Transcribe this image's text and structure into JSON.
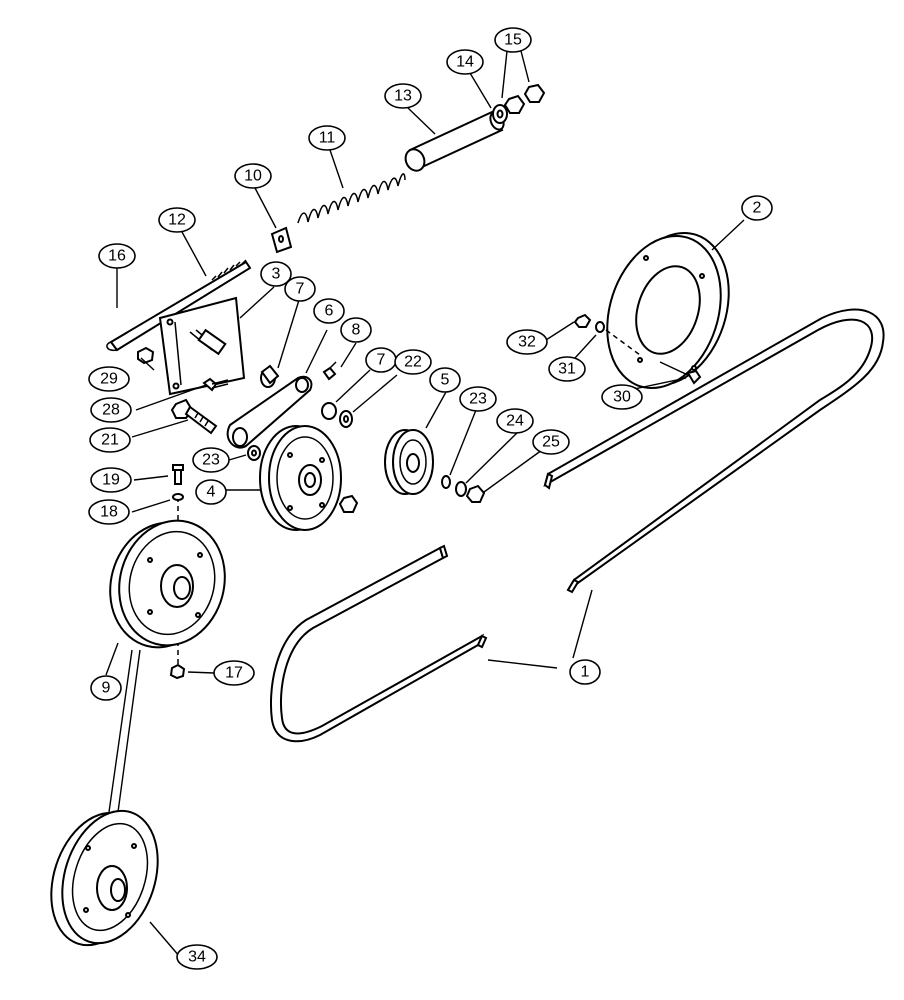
{
  "callouts": [
    {
      "id": "1",
      "label": "1"
    },
    {
      "id": "2",
      "label": "2"
    },
    {
      "id": "3",
      "label": "3"
    },
    {
      "id": "4",
      "label": "4"
    },
    {
      "id": "5",
      "label": "5"
    },
    {
      "id": "6",
      "label": "6"
    },
    {
      "id": "7a",
      "label": "7"
    },
    {
      "id": "7b",
      "label": "7"
    },
    {
      "id": "8",
      "label": "8"
    },
    {
      "id": "9",
      "label": "9"
    },
    {
      "id": "10",
      "label": "10"
    },
    {
      "id": "11",
      "label": "11"
    },
    {
      "id": "12",
      "label": "12"
    },
    {
      "id": "13",
      "label": "13"
    },
    {
      "id": "14",
      "label": "14"
    },
    {
      "id": "15",
      "label": "15"
    },
    {
      "id": "16",
      "label": "16"
    },
    {
      "id": "17",
      "label": "17"
    },
    {
      "id": "18",
      "label": "18"
    },
    {
      "id": "19",
      "label": "19"
    },
    {
      "id": "21",
      "label": "21"
    },
    {
      "id": "22",
      "label": "22"
    },
    {
      "id": "23a",
      "label": "23"
    },
    {
      "id": "23b",
      "label": "23"
    },
    {
      "id": "24",
      "label": "24"
    },
    {
      "id": "25",
      "label": "25"
    },
    {
      "id": "28",
      "label": "28"
    },
    {
      "id": "29",
      "label": "29"
    },
    {
      "id": "30",
      "label": "30"
    },
    {
      "id": "31",
      "label": "31"
    },
    {
      "id": "32",
      "label": "32"
    },
    {
      "id": "34",
      "label": "34"
    }
  ]
}
